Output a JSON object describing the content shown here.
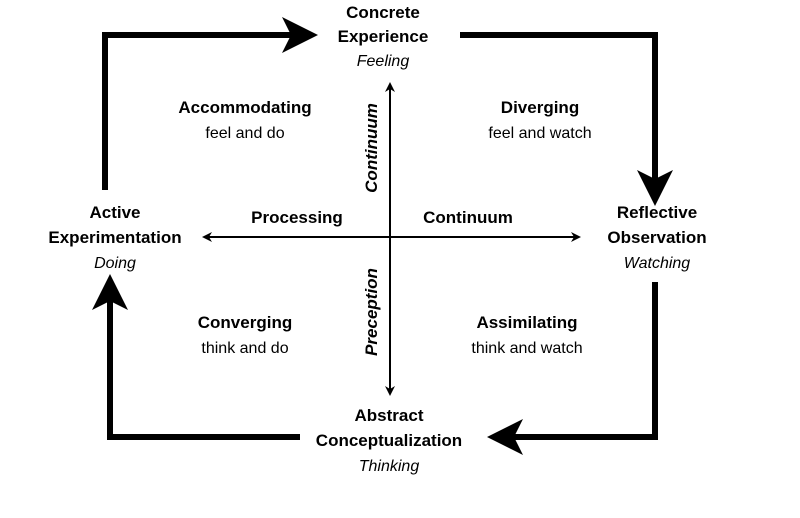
{
  "stages": {
    "concrete": {
      "line1": "Concrete",
      "line2": "Experience",
      "mode": "Feeling"
    },
    "reflective": {
      "line1": "Reflective",
      "line2": "Observation",
      "mode": "Watching"
    },
    "abstract": {
      "line1": "Abstract",
      "line2": "Conceptualization",
      "mode": "Thinking"
    },
    "active": {
      "line1": "Active",
      "line2": "Experimentation",
      "mode": "Doing"
    }
  },
  "styles": {
    "accommodating": {
      "name": "Accommodating",
      "desc": "feel and do"
    },
    "diverging": {
      "name": "Diverging",
      "desc": "feel and watch"
    },
    "converging": {
      "name": "Converging",
      "desc": "think and do"
    },
    "assimilating": {
      "name": "Assimilating",
      "desc": "think and watch"
    }
  },
  "axes": {
    "horizontal_left": "Processing",
    "horizontal_right": "Continuum",
    "vertical_top": "Continuum",
    "vertical_bottom": "Preception"
  }
}
